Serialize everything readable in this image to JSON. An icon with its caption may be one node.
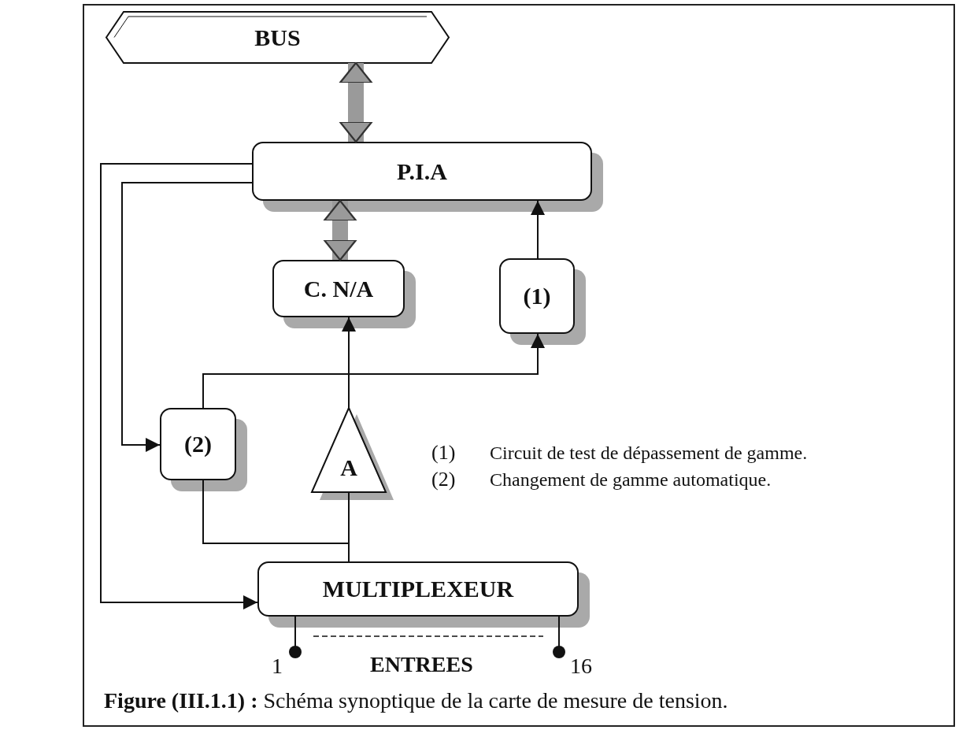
{
  "diagram": {
    "caption": "**Figure (III.1.1) :** Schéma synoptique de la carte de mesure de tension.",
    "nodes": [
      {
        "text": [
          "BUS"
        ]
      },
      {
        "text": [
          "P.I.A"
        ]
      },
      {
        "text": [
          "C. N/A"
        ]
      },
      {
        "text": [
          "(1)"
        ]
      },
      {
        "text": [
          "(2)"
        ]
      },
      {
        "text": [
          "A"
        ]
      },
      {
        "text": [
          "MULTIPLEXEUR"
        ]
      }
    ],
    "edges": [
      {
        "from": 0,
        "to": 1,
        "arrow": "both",
        "style": "thick",
        "color": "#9a9a9a"
      },
      {
        "from": 1,
        "to": 2,
        "arrow": "both",
        "style": "thick",
        "color": "#9a9a9a"
      },
      {
        "from": 3,
        "to": 1,
        "arrow": "to"
      },
      {
        "from": 1,
        "to": 6,
        "arrow": "to"
      },
      {
        "from": 1,
        "to": 4,
        "arrow": "to"
      },
      {
        "from": 5,
        "to": 2,
        "arrow": "to"
      },
      {
        "from": 4,
        "to": 3,
        "arrow": "to"
      },
      {
        "from": 6,
        "to": 5,
        "arrow": "none"
      },
      {
        "from": 6,
        "to": 4,
        "arrow": "none"
      }
    ],
    "labels": [
      "(1)",
      "Circuit de test de dépassement de gamme.",
      "(2)",
      "Changement de gamme automatique.",
      "1",
      "ENTREES",
      "16"
    ]
  }
}
